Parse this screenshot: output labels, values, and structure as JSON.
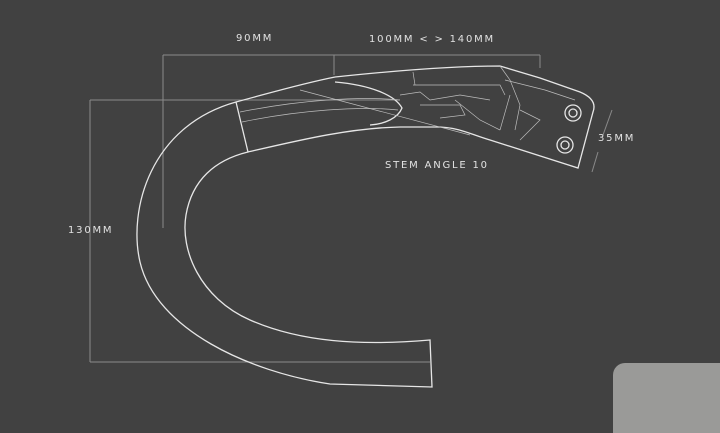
{
  "dimensions": {
    "reach": "90MM",
    "stem_length": "100MM < > 140MM",
    "drop": "130MM",
    "clamp": "35MM",
    "stem_angle": "STEM ANGLE 10"
  },
  "colors": {
    "background": "#414141",
    "line": "#e6e6e6",
    "dim_line": "#8a8a8a",
    "corner_box": "#9a9a98"
  }
}
